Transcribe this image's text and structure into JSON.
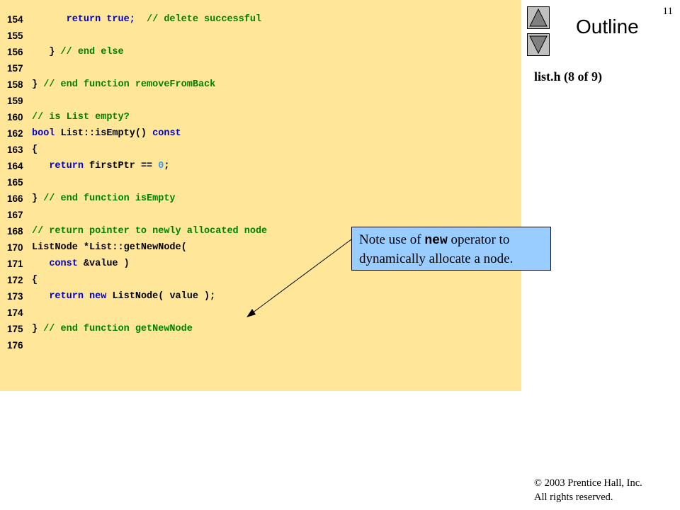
{
  "slide_number": "11",
  "outline_title": "Outline",
  "file_label": "list.h  (8 of 9)",
  "callout": {
    "before": "Note use of ",
    "keyword": "new",
    "after": " operator to",
    "line2": "dynamically allocate a node."
  },
  "copyright": {
    "line1": "© 2003 Prentice Hall, Inc.",
    "line2": "All rights reserved."
  },
  "code_lines": [
    {
      "num": "154",
      "segments": [
        {
          "t": "      "
        },
        {
          "t": "return true;",
          "c": "kw"
        },
        {
          "t": "  "
        },
        {
          "t": "// delete successful",
          "c": "cm"
        }
      ]
    },
    {
      "num": "155",
      "segments": []
    },
    {
      "num": "156",
      "segments": [
        {
          "t": "   } ",
          "c": "tx"
        },
        {
          "t": "// end else",
          "c": "cm"
        }
      ]
    },
    {
      "num": "157",
      "segments": []
    },
    {
      "num": "158",
      "segments": [
        {
          "t": "} ",
          "c": "tx"
        },
        {
          "t": "// end function removeFromBack",
          "c": "cm"
        }
      ]
    },
    {
      "num": "159",
      "segments": []
    },
    {
      "num": "160",
      "segments": [
        {
          "t": "// is List empty?",
          "c": "cm"
        }
      ]
    },
    {
      "num": "162",
      "segments": [
        {
          "t": "bool ",
          "c": "kw"
        },
        {
          "t": "List::isEmpty() ",
          "c": "tx"
        },
        {
          "t": "const",
          "c": "kw"
        }
      ]
    },
    {
      "num": "163",
      "segments": [
        {
          "t": "{",
          "c": "tx"
        }
      ]
    },
    {
      "num": "164",
      "segments": [
        {
          "t": "   "
        },
        {
          "t": "return ",
          "c": "kw"
        },
        {
          "t": "firstPtr == ",
          "c": "tx"
        },
        {
          "t": "0",
          "c": "num"
        },
        {
          "t": ";",
          "c": "tx"
        }
      ]
    },
    {
      "num": "165",
      "segments": []
    },
    {
      "num": "166",
      "segments": [
        {
          "t": "} ",
          "c": "tx"
        },
        {
          "t": "// end function isEmpty",
          "c": "cm"
        }
      ]
    },
    {
      "num": "167",
      "segments": []
    },
    {
      "num": "168",
      "segments": [
        {
          "t": "// return pointer to newly allocated node",
          "c": "cm"
        }
      ]
    },
    {
      "num": "170",
      "segments": [
        {
          "t": "ListNode *List::getNewNode(",
          "c": "tx"
        }
      ]
    },
    {
      "num": "171",
      "segments": [
        {
          "t": "   "
        },
        {
          "t": "const ",
          "c": "kw"
        },
        {
          "t": "&value )",
          "c": "tx"
        }
      ]
    },
    {
      "num": "172",
      "segments": [
        {
          "t": "{",
          "c": "tx"
        }
      ]
    },
    {
      "num": "173",
      "segments": [
        {
          "t": "   "
        },
        {
          "t": "return new ",
          "c": "kw"
        },
        {
          "t": "ListNode( value );",
          "c": "tx"
        }
      ]
    },
    {
      "num": "174",
      "segments": []
    },
    {
      "num": "175",
      "segments": [
        {
          "t": "} ",
          "c": "tx"
        },
        {
          "t": "// end function getNewNode",
          "c": "cm"
        }
      ]
    },
    {
      "num": "176",
      "segments": []
    }
  ]
}
